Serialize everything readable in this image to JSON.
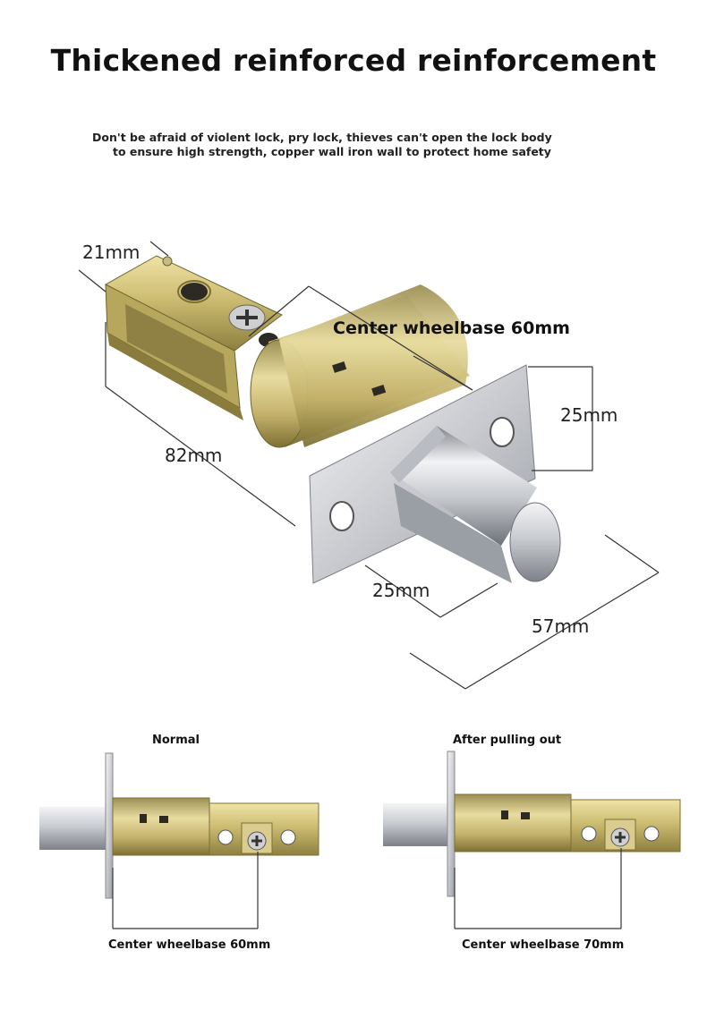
{
  "header": {
    "title": "Thickened reinforced reinforcement",
    "subtitle_line1": "Don't be afraid of violent lock, pry lock, thieves can't open the lock body",
    "subtitle_line2": "to ensure high strength, copper wall iron wall to protect home safety"
  },
  "main_diagram": {
    "dim_top_width": "21mm",
    "dim_center": "Center wheelbase 60mm",
    "dim_plate_height": "25mm",
    "dim_length": "82mm",
    "dim_bolt": "25mm",
    "dim_depth": "57mm"
  },
  "comparison": {
    "left_caption": "Normal",
    "left_footer": "Center wheelbase 60mm",
    "right_caption": "After pulling out",
    "right_footer": "Center wheelbase 70mm"
  },
  "colors": {
    "brass_light": "#e4d590",
    "brass_dark": "#8d7f3f",
    "steel_light": "#f2f2f4",
    "steel_dark": "#8f9399",
    "line": "#333333"
  }
}
